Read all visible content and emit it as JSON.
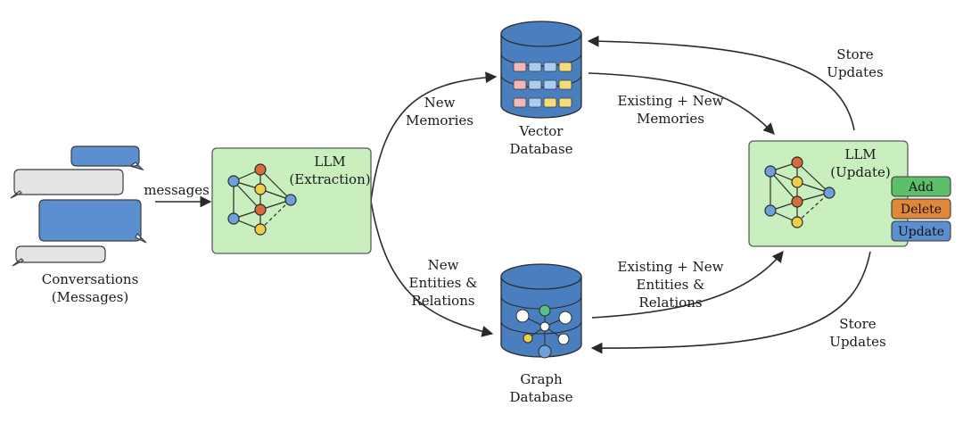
{
  "conversations": {
    "label_line1": "Conversations",
    "label_line2": "(Messages)"
  },
  "edges": {
    "messages": "messages",
    "new_memories_line1": "New",
    "new_memories_line2": "Memories",
    "new_entities_line1": "New",
    "new_entities_line2": "Entities &",
    "new_entities_line3": "Relations",
    "existing_memories_line1": "Existing + New",
    "existing_memories_line2": "Memories",
    "existing_entities_line1": "Existing + New",
    "existing_entities_line2": "Entities &",
    "existing_entities_line3": "Relations",
    "store_top_line1": "Store",
    "store_top_line2": "Updates",
    "store_bottom_line1": "Store",
    "store_bottom_line2": "Updates"
  },
  "llm_extraction": {
    "title_line1": "LLM",
    "title_line2": "(Extraction)"
  },
  "llm_update": {
    "title_line1": "LLM",
    "title_line2": "(Update)",
    "actions": [
      "Add",
      "Delete",
      "Update"
    ]
  },
  "vector_db": {
    "label_line1": "Vector",
    "label_line2": "Database"
  },
  "graph_db": {
    "label_line1": "Graph",
    "label_line2": "Database"
  },
  "colors": {
    "llm_box_fill": "#c9efbf",
    "llm_box_stroke": "#5a5a5a",
    "db_blue": "#4a7fbf",
    "msg_blue": "#5b8fd0",
    "msg_gray": "#e2e4e6",
    "node_red": "#d96a3c",
    "node_yellow": "#efcf4a",
    "node_blue": "#6f9fdc",
    "node_green": "#5bbf8a",
    "add_fill": "#5dbf6a",
    "delete_fill": "#e0873a",
    "update_fill": "#5b8fd0"
  }
}
